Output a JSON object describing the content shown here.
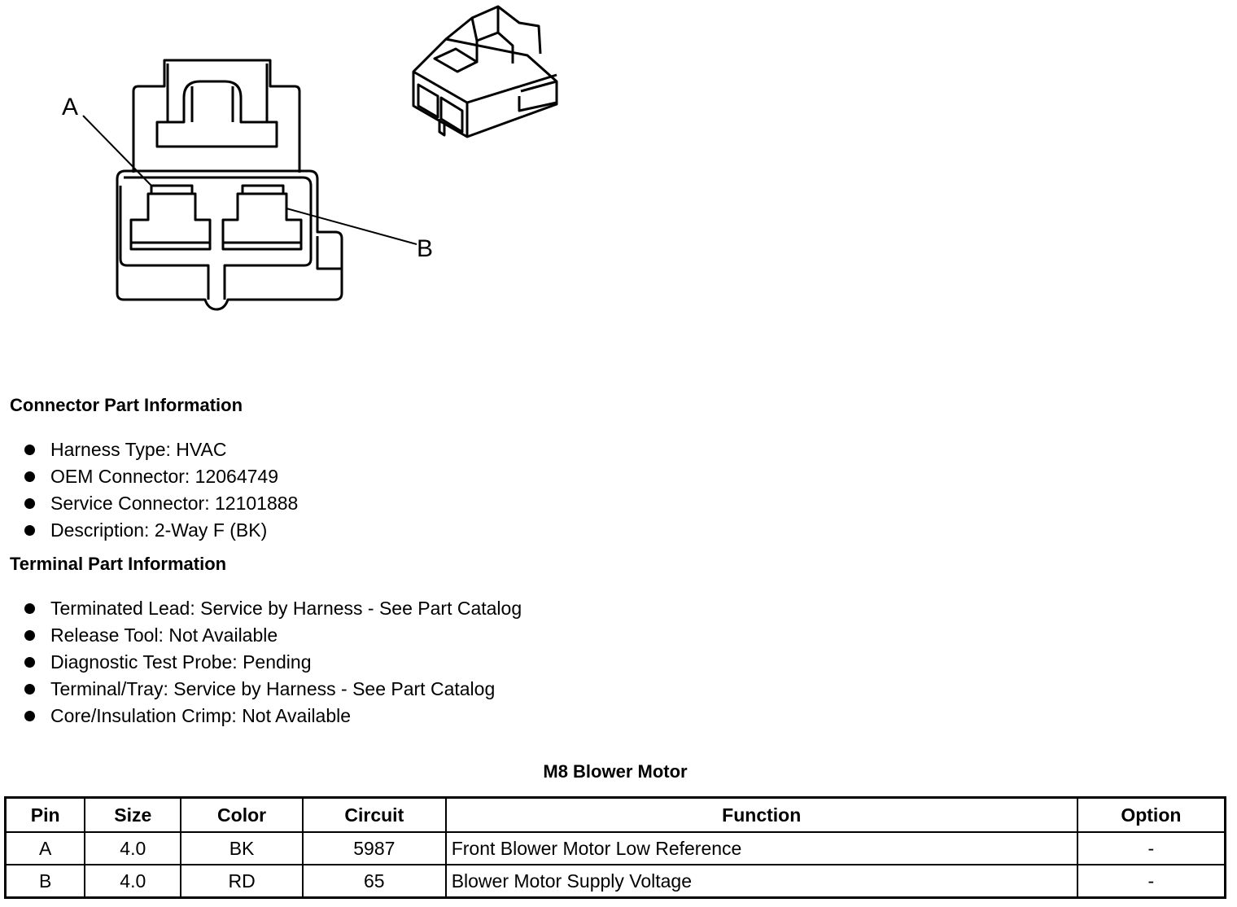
{
  "diagram": {
    "pin_a_label": "A",
    "pin_b_label": "B"
  },
  "connector_info": {
    "heading": "Connector Part Information",
    "items": [
      "Harness Type: HVAC",
      "OEM Connector: 12064749",
      "Service Connector: 12101888",
      "Description: 2-Way F (BK)"
    ]
  },
  "terminal_info": {
    "heading": "Terminal Part Information",
    "items": [
      "Terminated Lead: Service by Harness - See Part Catalog",
      "Release Tool: Not Available",
      "Diagnostic Test Probe: Pending",
      "Terminal/Tray: Service by Harness - See Part Catalog",
      "Core/Insulation Crimp: Not Available"
    ]
  },
  "table": {
    "caption": "M8 Blower Motor",
    "headers": [
      "Pin",
      "Size",
      "Color",
      "Circuit",
      "Function",
      "Option"
    ],
    "rows": [
      [
        "A",
        "4.0",
        "BK",
        "5987",
        "Front Blower Motor Low Reference",
        "-"
      ],
      [
        "B",
        "4.0",
        "RD",
        "65",
        "Blower Motor Supply Voltage",
        "-"
      ]
    ]
  }
}
